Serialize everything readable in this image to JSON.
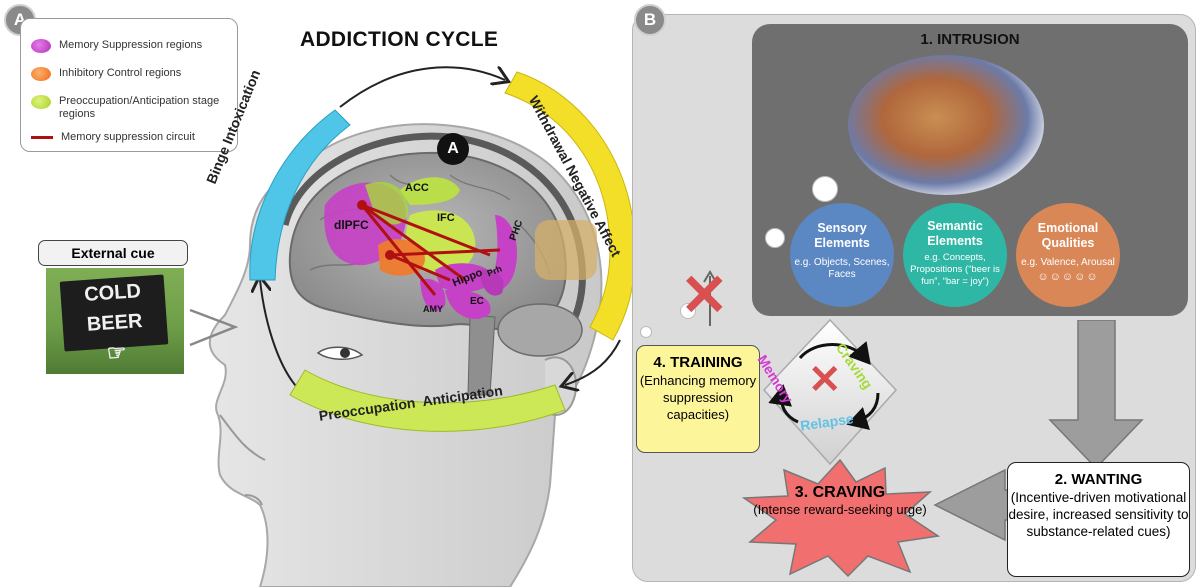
{
  "panel_a": {
    "badge": "A",
    "title": "ADDICTION CYCLE",
    "center_badge": "A",
    "legend": [
      {
        "label": "Memory Suppression regions",
        "color": "#c23fc4"
      },
      {
        "label": "Inhibitory Control regions",
        "color": "#f07a2c"
      },
      {
        "label": "Preoccupation/Anticipation stage regions",
        "color": "#b7dd37"
      },
      {
        "label": "Memory suppression circuit",
        "color": "#b01010"
      }
    ],
    "external_cue": "External cue",
    "sign_text_1": "COLD BEER",
    "stages": {
      "binge": "Binge Intoxication",
      "withdrawal": "Withdrawal Negative Affect",
      "preoccupation": "Preoccupation  Anticipation"
    },
    "brain_regions": {
      "dlpfc": "dlPFC",
      "acc": "ACC",
      "ifc": "IFC",
      "phc": "PHC",
      "hippo": "Hippo",
      "prh": "Prh",
      "amy": "AMY",
      "ec": "EC"
    },
    "stage_colors": {
      "binge": "#4fc6e8",
      "withdrawal": "#f3df27",
      "preoccupation": "#cde857"
    }
  },
  "panel_b": {
    "badge": "B",
    "intrusion_title": "1. INTRUSION",
    "elements": [
      {
        "title": "Sensory Elements",
        "sub": "e.g. Objects, Scenes, Faces",
        "color": "#5b87c2"
      },
      {
        "title": "Semantic Elements",
        "sub": "e.g. Concepts, Propositions (“beer is fun”, “bar = joy”)",
        "color": "#2fb7a6"
      },
      {
        "title": "Emotional Qualities",
        "sub": "e.g. Valence, Arousal",
        "color": "#d98756"
      }
    ],
    "wanting": {
      "title": "2. WANTING",
      "body": "(Incentive-driven motivational desire, increased sensitivity to substance-related cues)"
    },
    "craving": {
      "title": "3. CRAVING",
      "body": "(Intense reward-seeking urge)"
    },
    "training": {
      "title": "4. TRAINING",
      "body": "(Enhancing memory suppression capacities)"
    },
    "cycle_words": {
      "memory": "Memory",
      "craving": "Craving",
      "relapse": "Relapse"
    },
    "cycle_colors": {
      "memory": "#d43bd2",
      "craving": "#a6d93a",
      "relapse": "#62c2e3"
    }
  }
}
